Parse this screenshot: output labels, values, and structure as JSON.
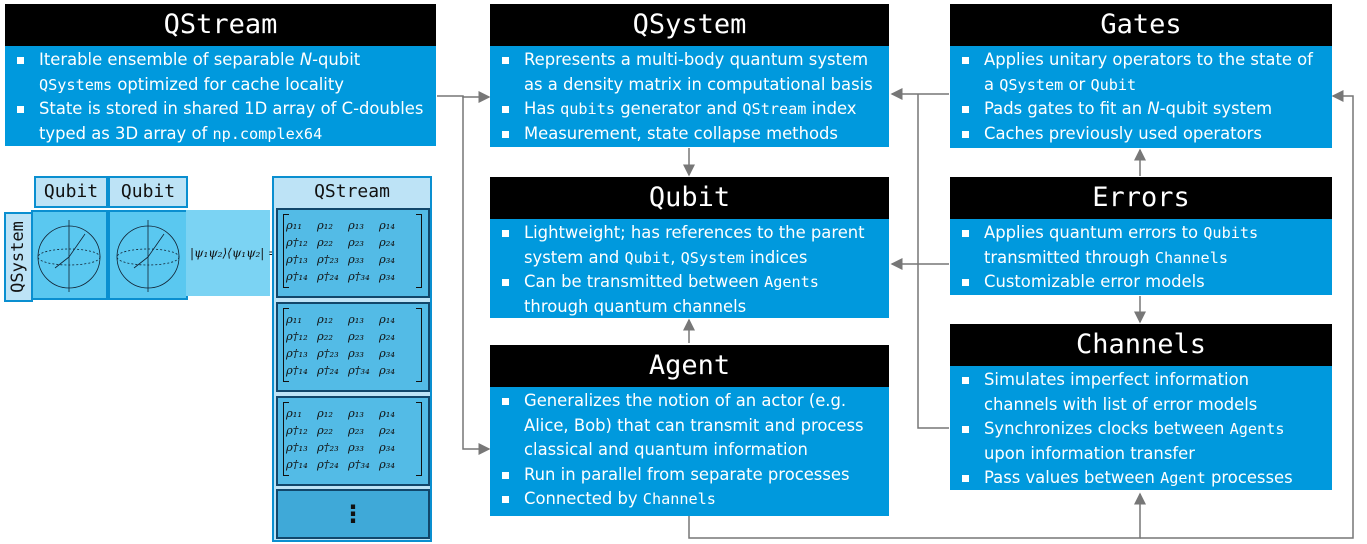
{
  "cards": {
    "qstream": {
      "title": "QStream",
      "b1a": "Iterable ensemble of separable ",
      "b1n": "N",
      "b1b": "-qubit",
      "b1c": "QSystems",
      "b1d": " optimized for cache locality",
      "b2a": "State is stored in shared 1D array of C-doubles typed as 3D array of ",
      "b2c": "np.complex64"
    },
    "qsystem": {
      "title": "QSystem",
      "b1": "Represents a multi-body quantum system as a density matrix in computational basis",
      "b2a": "Has ",
      "b2c1": "qubits",
      "b2b": " generator and ",
      "b2c2": "QStream",
      "b2d": " index",
      "b3": "Measurement, state collapse methods"
    },
    "qubit": {
      "title": "Qubit",
      "b1a": "Lightweight; has references to the parent system and ",
      "b1c1": "Qubit",
      "b1b": ", ",
      "b1c2": "QSystem",
      "b1d": " indices",
      "b2a": "Can be transmitted between ",
      "b2c": "Agents",
      "b2b": " through quantum channels"
    },
    "agent": {
      "title": "Agent",
      "b1": "Generalizes the notion of an actor (e.g. Alice, Bob) that can transmit and process classical and quantum information",
      "b2": "Run in parallel from separate processes",
      "b3a": "Connected by ",
      "b3c": "Channels"
    },
    "gates": {
      "title": "Gates",
      "b1a": "Applies unitary operators to the state of a ",
      "b1c1": "QSystem",
      "b1b": " or ",
      "b1c2": "Qubit",
      "b2a": "Pads gates to fit an ",
      "b2n": "N",
      "b2b": "-qubit system",
      "b3": "Caches previously used operators"
    },
    "errors": {
      "title": "Errors",
      "b1a": "Applies quantum errors to ",
      "b1c1": "Qubits",
      "b1b": " transmitted through ",
      "b1c2": "Channels",
      "b2": "Customizable error models"
    },
    "channels": {
      "title": "Channels",
      "b1": "Simulates imperfect information channels with list of error models",
      "b2a": "Synchronizes clocks between ",
      "b2c": "Agents",
      "b2b": " upon information transfer",
      "b3a": "Pass values between ",
      "b3c": "Agent",
      "b3b": " processes"
    }
  },
  "illustration": {
    "qubit_label_1": "Qubit",
    "qubit_label_2": "Qubit",
    "qsystem_label": "QSystem",
    "qstream_label": "QStream",
    "ket": "|ψ₁ψ₂⟩⟨ψ₁ψ₂| =",
    "matrix": [
      [
        "ρ₁₁",
        "ρ₁₂",
        "ρ₁₃",
        "ρ₁₄"
      ],
      [
        "ρ†₁₂",
        "ρ₂₂",
        "ρ₂₃",
        "ρ₂₄"
      ],
      [
        "ρ†₁₃",
        "ρ†₂₃",
        "ρ₃₃",
        "ρ₃₄"
      ],
      [
        "ρ†₁₄",
        "ρ†₂₄",
        "ρ†₃₄",
        "ρ₃₄"
      ]
    ],
    "ellipsis": "⋮"
  },
  "colors": {
    "card": "#0099dd",
    "header": "#000000",
    "arrow": "#777777",
    "light": "#bde3f6"
  }
}
